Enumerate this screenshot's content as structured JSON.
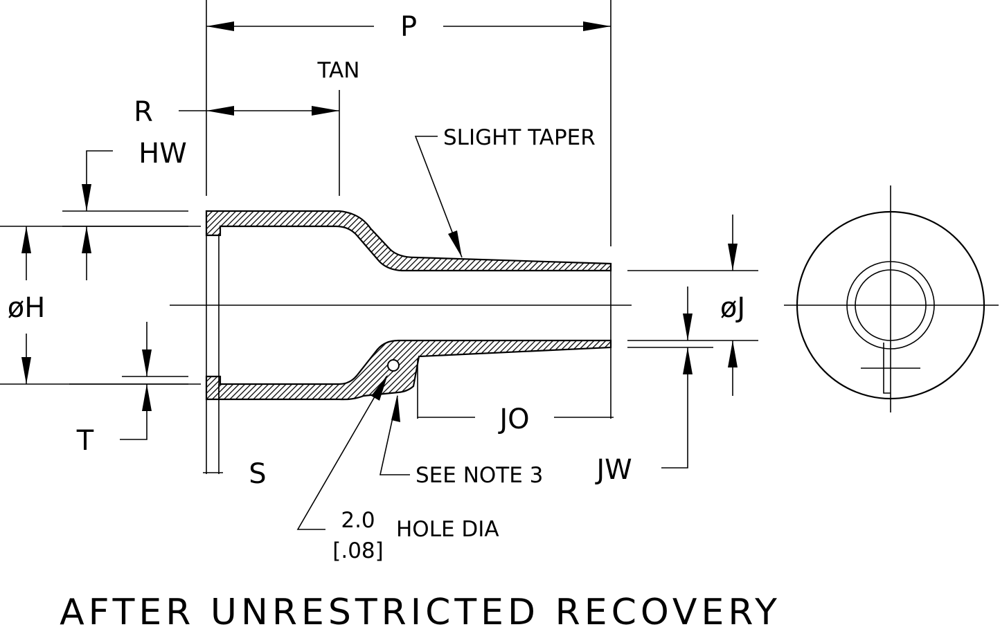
{
  "title": "AFTER UNRESTRICTED RECOVERY",
  "dimensions": {
    "p": "P",
    "tan": "TAN",
    "r": "R",
    "hw": "HW",
    "h": "øH",
    "t": "T",
    "s": "S",
    "j": "øJ",
    "jo": "JO",
    "jw": "JW"
  },
  "notes": {
    "slight_taper": "SLIGHT TAPER",
    "see_note": "SEE NOTE 3",
    "hole_mm": "2.0",
    "hole_in": "[.08]",
    "hole_dia": "HOLE DIA"
  },
  "colors": {
    "line": "#000000",
    "background": "#ffffff"
  }
}
